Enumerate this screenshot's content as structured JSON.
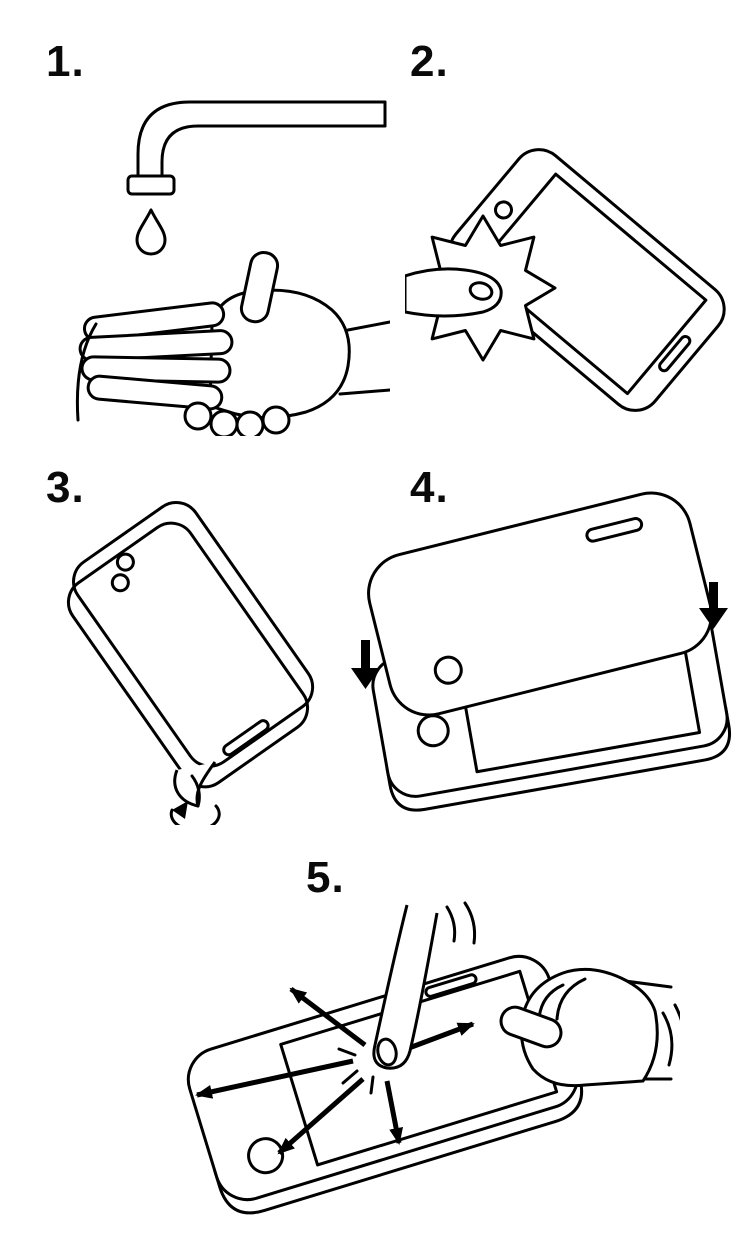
{
  "colors": {
    "line": "#000000",
    "background": "#ffffff"
  },
  "steps": [
    {
      "label": "1.",
      "name": "wash-hands",
      "icon": "faucet-washing-hands-icon"
    },
    {
      "label": "2.",
      "name": "wipe-screen-with-cloth",
      "icon": "phone-cloth-wipe-icon"
    },
    {
      "label": "3.",
      "name": "peel-protector-backing",
      "icon": "protector-peel-icon"
    },
    {
      "label": "4.",
      "name": "align-protector-on-phone",
      "icon": "protector-align-icon"
    },
    {
      "label": "5.",
      "name": "press-out-air-bubbles",
      "icon": "press-smooth-icon"
    }
  ]
}
